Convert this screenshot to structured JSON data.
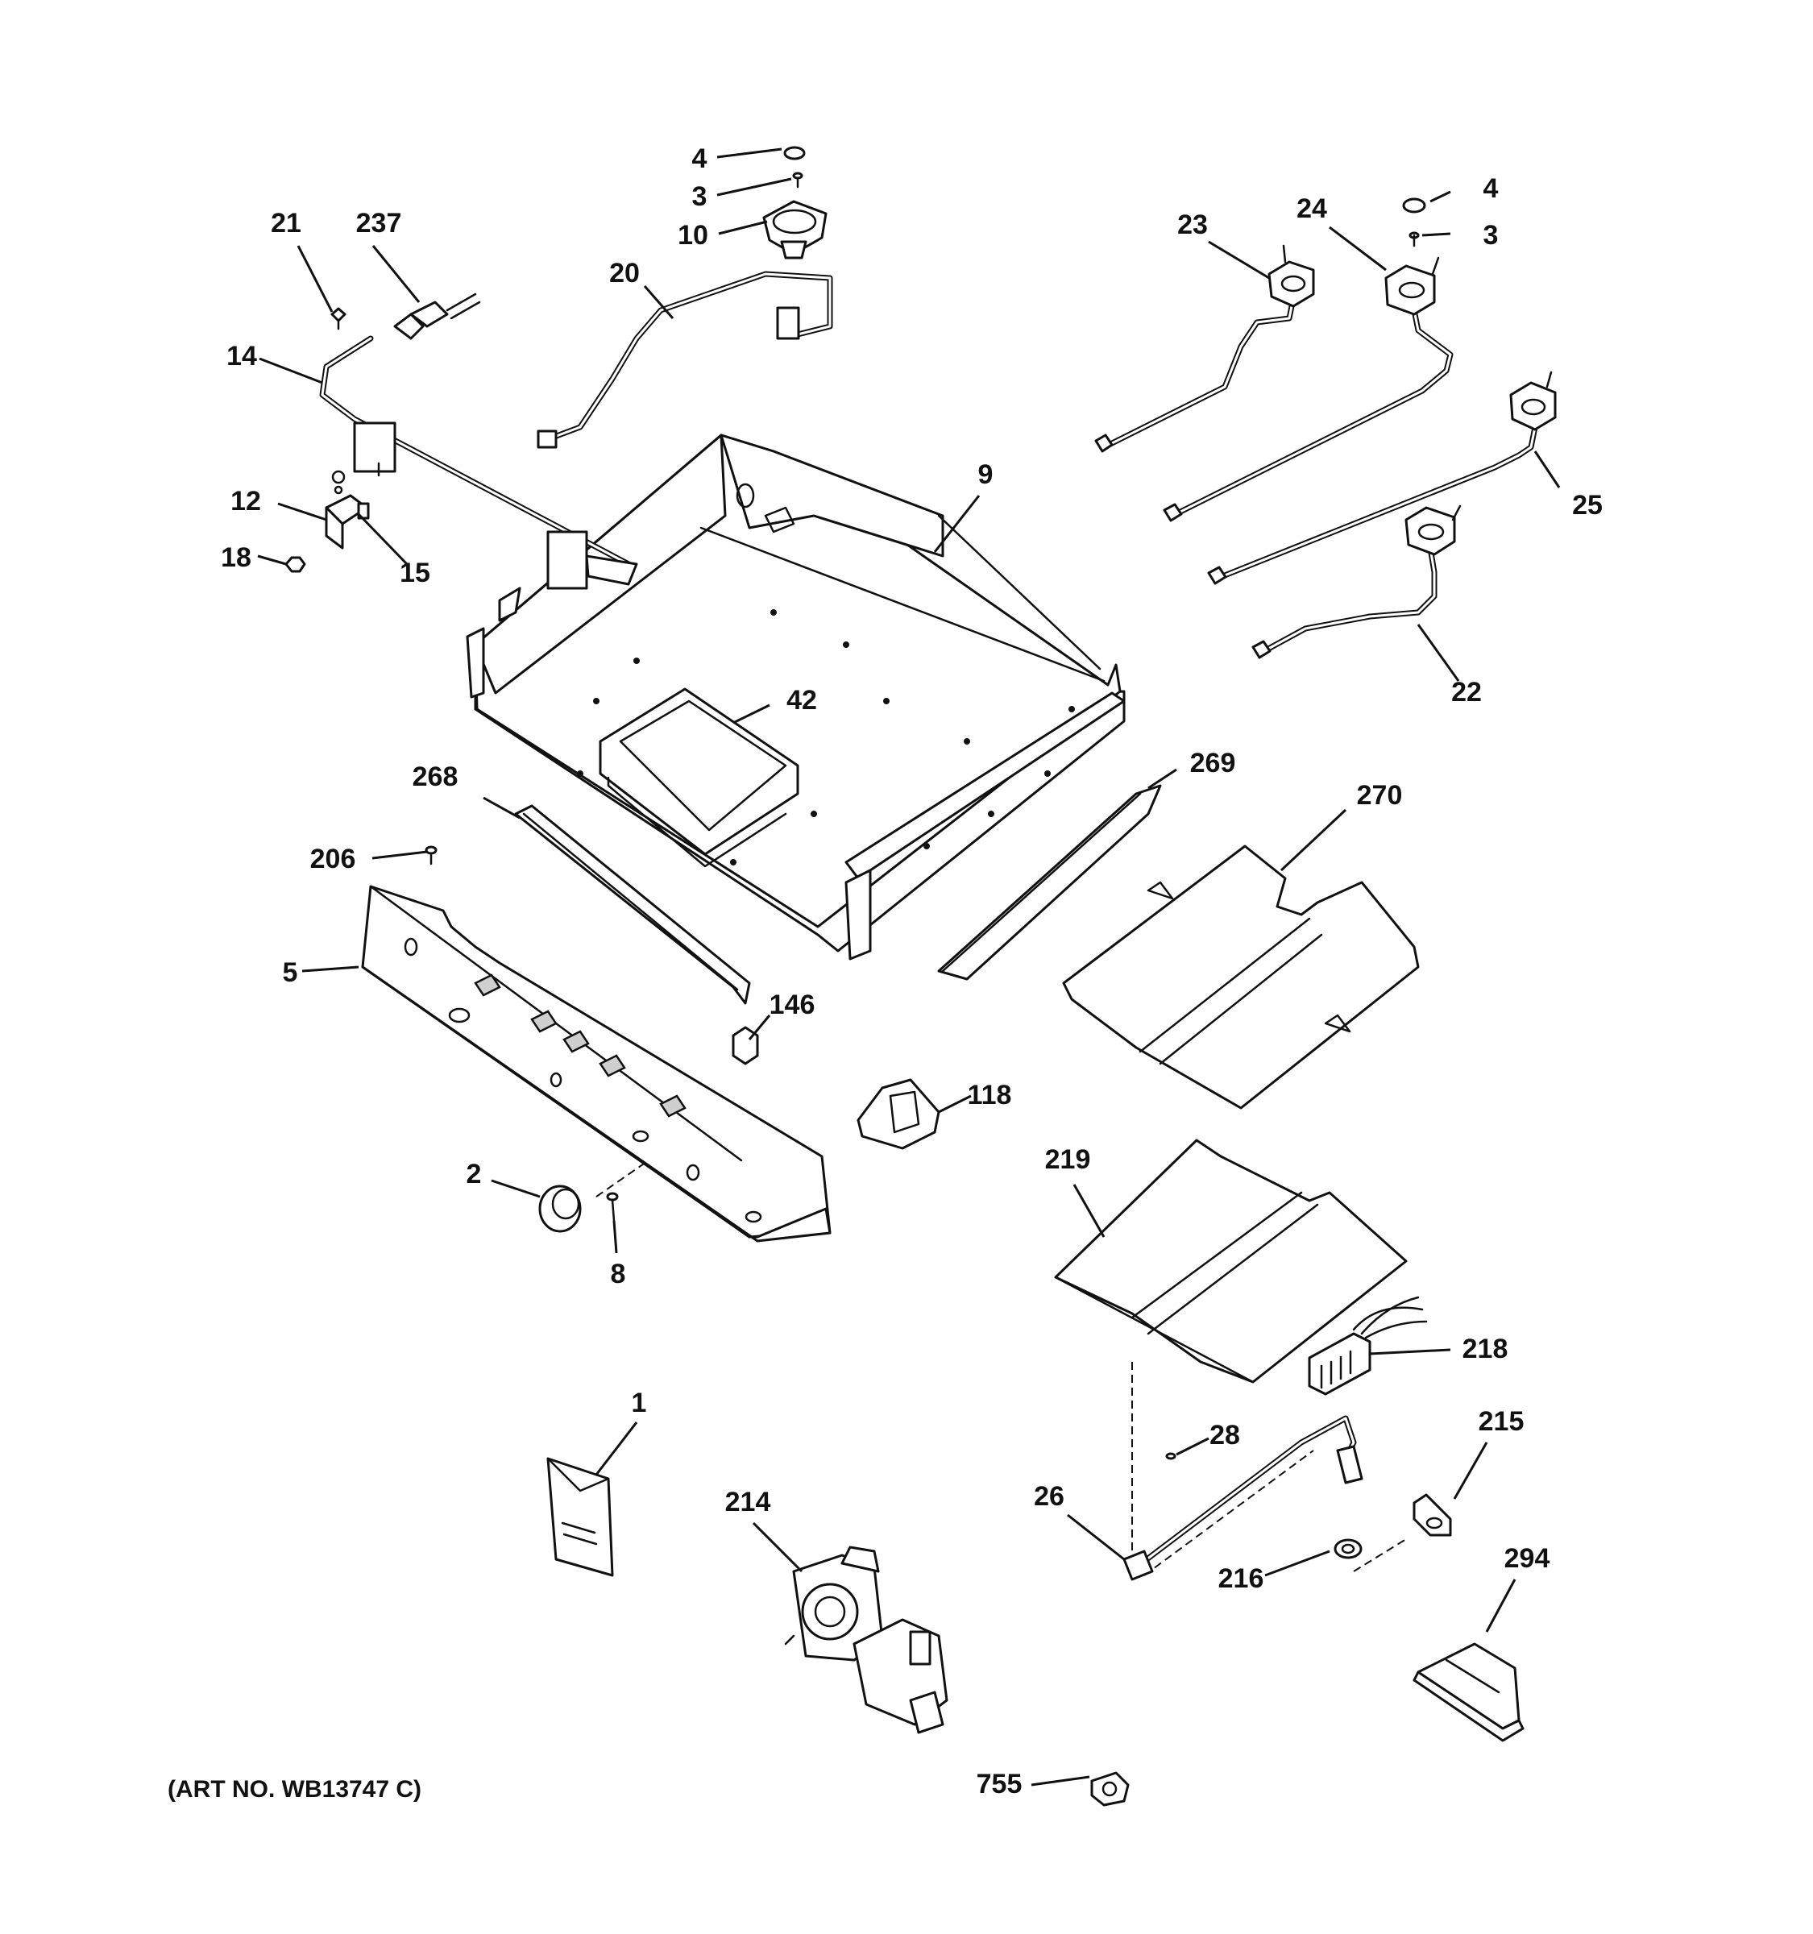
{
  "diagram": {
    "art_number": "(ART NO. WB13747 C)",
    "callouts": [
      {
        "id": "4a",
        "label": "4"
      },
      {
        "id": "3a",
        "label": "3"
      },
      {
        "id": "10",
        "label": "10"
      },
      {
        "id": "20",
        "label": "20"
      },
      {
        "id": "21",
        "label": "21"
      },
      {
        "id": "237",
        "label": "237"
      },
      {
        "id": "14",
        "label": "14"
      },
      {
        "id": "12",
        "label": "12"
      },
      {
        "id": "18",
        "label": "18"
      },
      {
        "id": "15",
        "label": "15"
      },
      {
        "id": "9",
        "label": "9"
      },
      {
        "id": "23",
        "label": "23"
      },
      {
        "id": "24",
        "label": "24"
      },
      {
        "id": "4b",
        "label": "4"
      },
      {
        "id": "3b",
        "label": "3"
      },
      {
        "id": "25",
        "label": "25"
      },
      {
        "id": "22",
        "label": "22"
      },
      {
        "id": "42",
        "label": "42"
      },
      {
        "id": "268",
        "label": "268"
      },
      {
        "id": "269",
        "label": "269"
      },
      {
        "id": "270",
        "label": "270"
      },
      {
        "id": "206",
        "label": "206"
      },
      {
        "id": "5",
        "label": "5"
      },
      {
        "id": "146",
        "label": "146"
      },
      {
        "id": "118",
        "label": "118"
      },
      {
        "id": "219",
        "label": "219"
      },
      {
        "id": "2",
        "label": "2"
      },
      {
        "id": "8",
        "label": "8"
      },
      {
        "id": "218",
        "label": "218"
      },
      {
        "id": "1",
        "label": "1"
      },
      {
        "id": "28",
        "label": "28"
      },
      {
        "id": "215",
        "label": "215"
      },
      {
        "id": "214",
        "label": "214"
      },
      {
        "id": "26",
        "label": "26"
      },
      {
        "id": "216",
        "label": "216"
      },
      {
        "id": "294",
        "label": "294"
      },
      {
        "id": "755",
        "label": "755"
      }
    ]
  }
}
